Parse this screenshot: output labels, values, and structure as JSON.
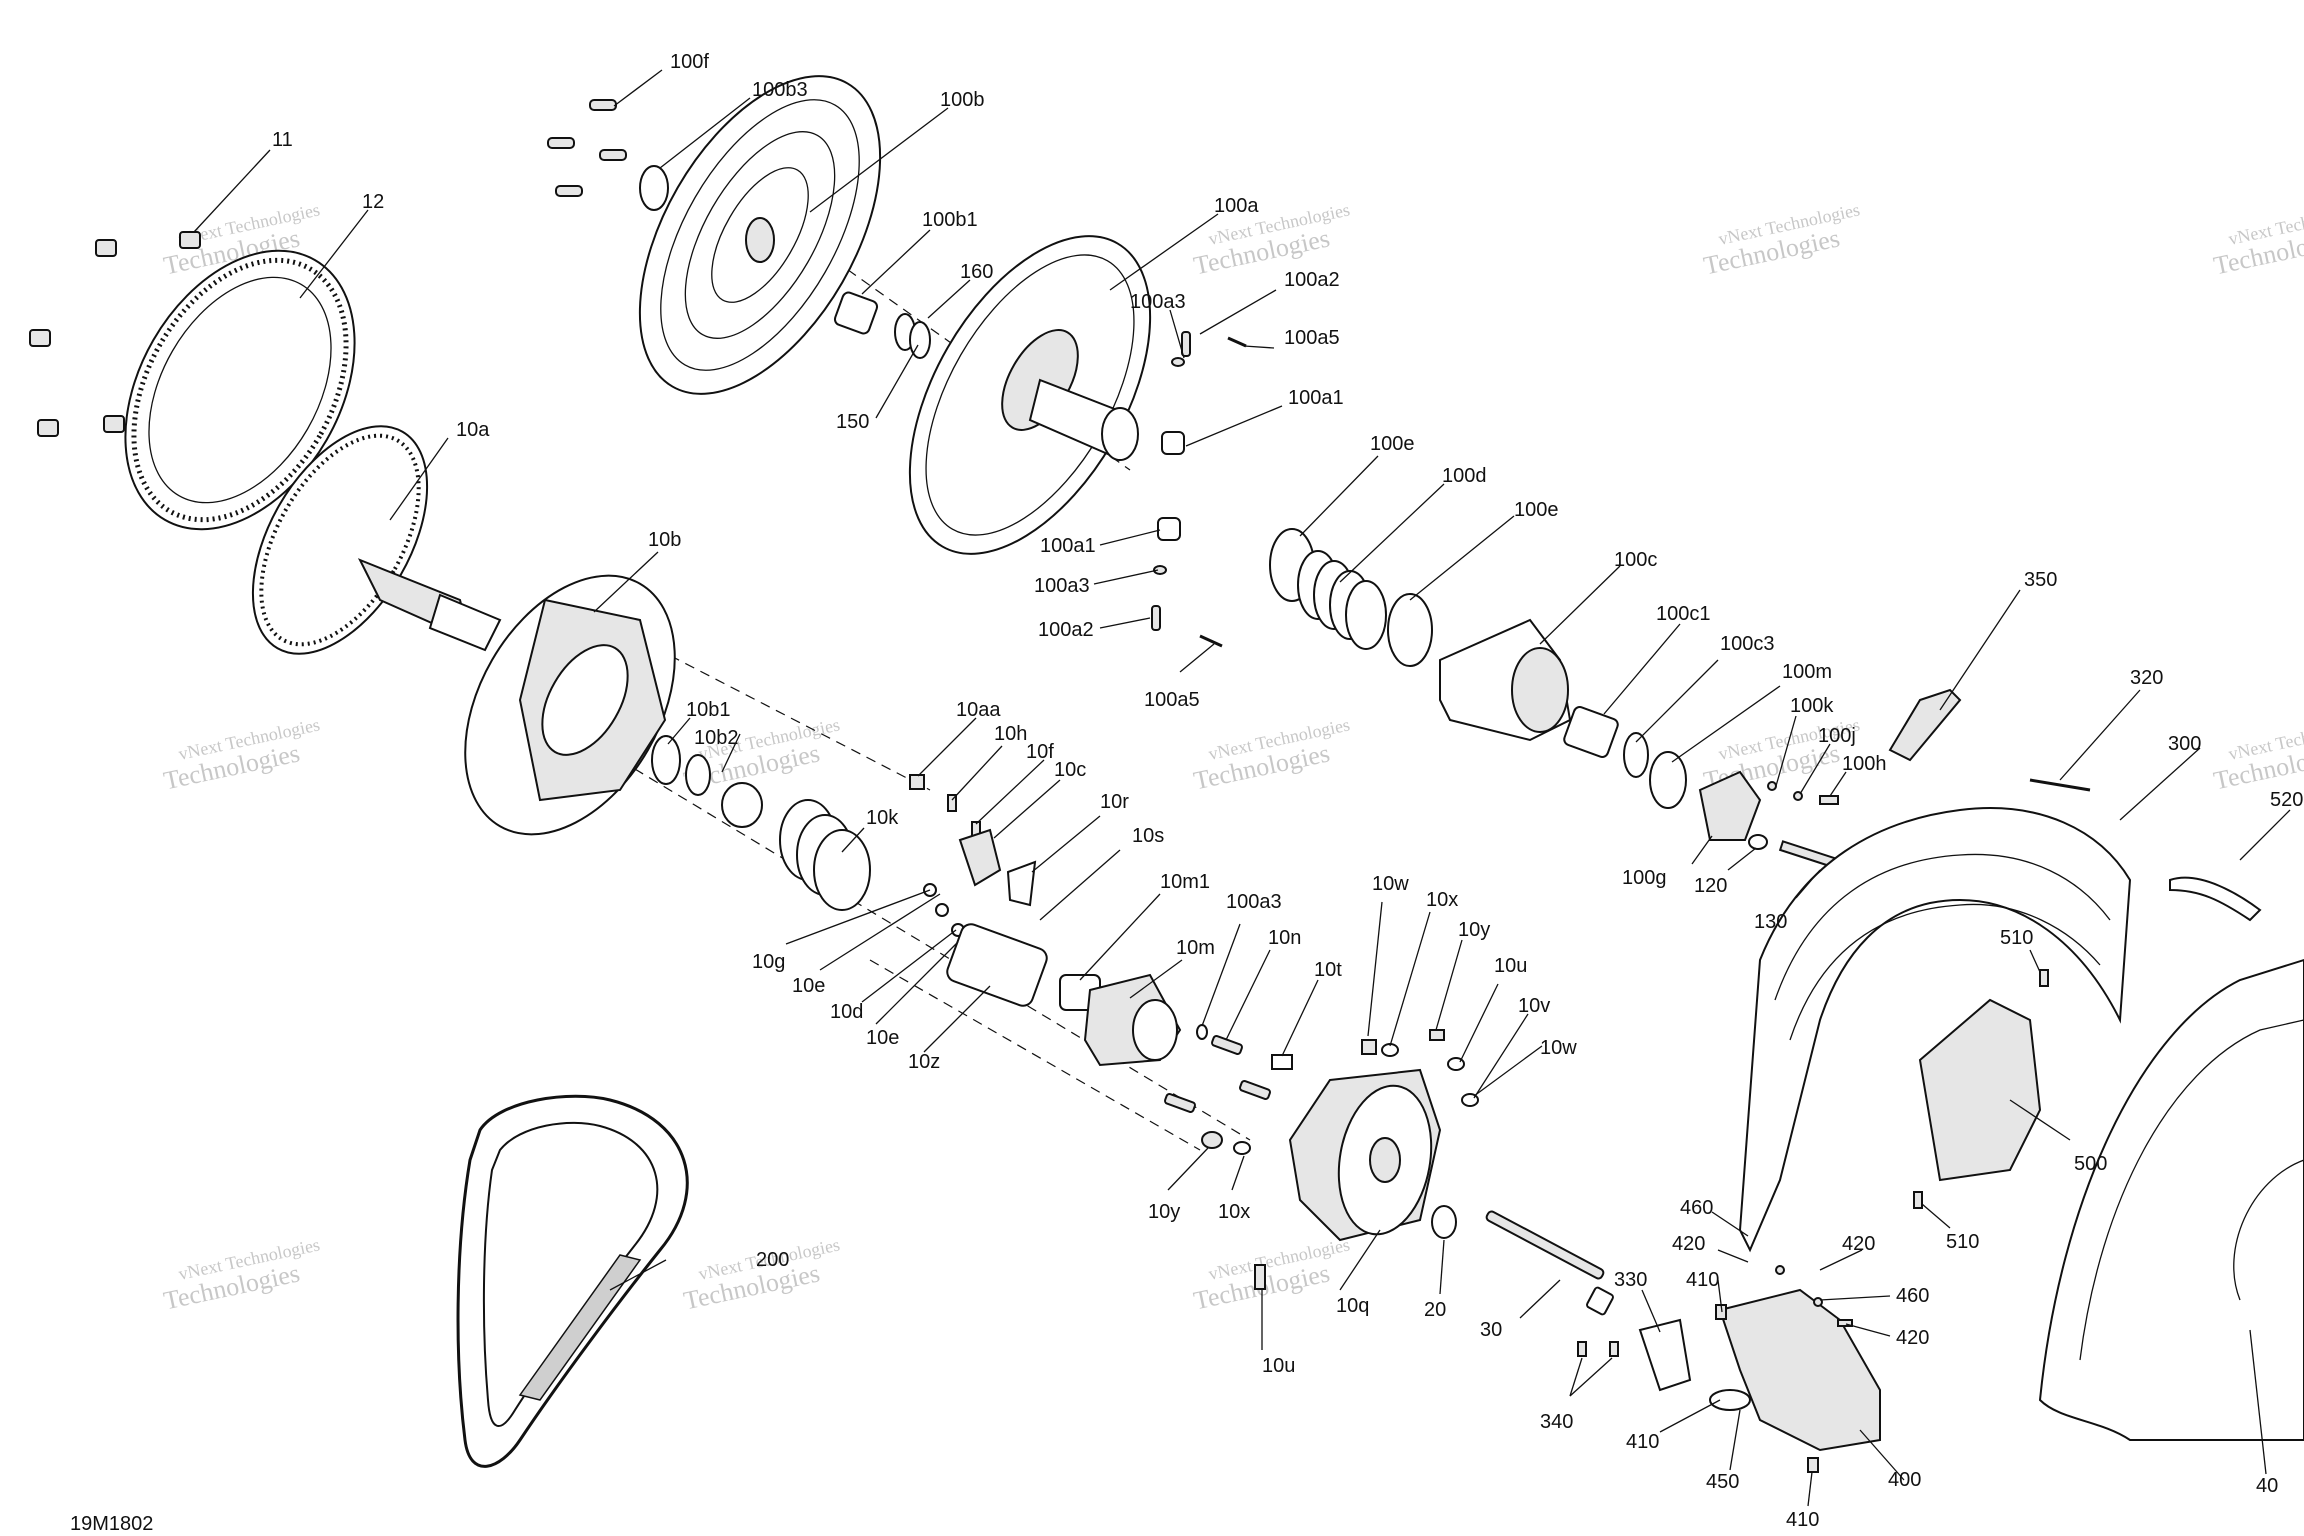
{
  "drawing": {
    "code": "19M1802",
    "watermark_line1": "vNext Technologies",
    "watermark_line2": "Technologies"
  },
  "callouts": [
    {
      "id": "c-100f",
      "text": "100f"
    },
    {
      "id": "c-100b3",
      "text": "100b3"
    },
    {
      "id": "c-100b",
      "text": "100b"
    },
    {
      "id": "c-11",
      "text": "11"
    },
    {
      "id": "c-12",
      "text": "12"
    },
    {
      "id": "c-100b1",
      "text": "100b1"
    },
    {
      "id": "c-160",
      "text": "160"
    },
    {
      "id": "c-100a",
      "text": "100a"
    },
    {
      "id": "c-100a2-top",
      "text": "100a2"
    },
    {
      "id": "c-100a3-top",
      "text": "100a3"
    },
    {
      "id": "c-100a5-top",
      "text": "100a5"
    },
    {
      "id": "c-150",
      "text": "150"
    },
    {
      "id": "c-100a1-top",
      "text": "100a1"
    },
    {
      "id": "c-10a",
      "text": "10a"
    },
    {
      "id": "c-100e-top",
      "text": "100e"
    },
    {
      "id": "c-100d",
      "text": "100d"
    },
    {
      "id": "c-100e-mid",
      "text": "100e"
    },
    {
      "id": "c-100a1-mid",
      "text": "100a1"
    },
    {
      "id": "c-10b",
      "text": "10b"
    },
    {
      "id": "c-100c",
      "text": "100c"
    },
    {
      "id": "c-350",
      "text": "350"
    },
    {
      "id": "c-100a3-mid",
      "text": "100a3"
    },
    {
      "id": "c-100c1",
      "text": "100c1"
    },
    {
      "id": "c-100a2-mid",
      "text": "100a2"
    },
    {
      "id": "c-100c3",
      "text": "100c3"
    },
    {
      "id": "c-320",
      "text": "320"
    },
    {
      "id": "c-100m",
      "text": "100m"
    },
    {
      "id": "c-100a5-mid",
      "text": "100a5"
    },
    {
      "id": "c-100k",
      "text": "100k"
    },
    {
      "id": "c-10aa",
      "text": "10aa"
    },
    {
      "id": "c-10b1",
      "text": "10b1"
    },
    {
      "id": "c-100j",
      "text": "100j"
    },
    {
      "id": "c-10h",
      "text": "10h"
    },
    {
      "id": "c-300",
      "text": "300"
    },
    {
      "id": "c-100h",
      "text": "100h"
    },
    {
      "id": "c-10b2",
      "text": "10b2"
    },
    {
      "id": "c-10f",
      "text": "10f"
    },
    {
      "id": "c-10c",
      "text": "10c"
    },
    {
      "id": "c-520",
      "text": "520"
    },
    {
      "id": "c-10k",
      "text": "10k"
    },
    {
      "id": "c-100g",
      "text": "100g"
    },
    {
      "id": "c-120",
      "text": "120"
    },
    {
      "id": "c-10r",
      "text": "10r"
    },
    {
      "id": "c-10s",
      "text": "10s"
    },
    {
      "id": "c-130",
      "text": "130"
    },
    {
      "id": "c-10m1",
      "text": "10m1"
    },
    {
      "id": "c-100a3-low",
      "text": "100a3"
    },
    {
      "id": "c-10w-top",
      "text": "10w"
    },
    {
      "id": "c-10x-top",
      "text": "10x"
    },
    {
      "id": "c-510-top",
      "text": "510"
    },
    {
      "id": "c-10g",
      "text": "10g"
    },
    {
      "id": "c-10n",
      "text": "10n"
    },
    {
      "id": "c-10m",
      "text": "10m"
    },
    {
      "id": "c-10y-top",
      "text": "10y"
    },
    {
      "id": "c-10e-a",
      "text": "10e"
    },
    {
      "id": "c-10t",
      "text": "10t"
    },
    {
      "id": "c-10u-top",
      "text": "10u"
    },
    {
      "id": "c-10d",
      "text": "10d"
    },
    {
      "id": "c-10v",
      "text": "10v"
    },
    {
      "id": "c-10e-b",
      "text": "10e"
    },
    {
      "id": "c-10w-right",
      "text": "10w"
    },
    {
      "id": "c-10z",
      "text": "10z"
    },
    {
      "id": "c-500",
      "text": "500"
    },
    {
      "id": "c-10y-low",
      "text": "10y"
    },
    {
      "id": "c-10x-low",
      "text": "10x"
    },
    {
      "id": "c-510-low",
      "text": "510"
    },
    {
      "id": "c-460-a",
      "text": "460"
    },
    {
      "id": "c-420-a",
      "text": "420"
    },
    {
      "id": "c-420-b",
      "text": "420"
    },
    {
      "id": "c-200",
      "text": "200"
    },
    {
      "id": "c-330",
      "text": "330"
    },
    {
      "id": "c-410-a",
      "text": "410"
    },
    {
      "id": "c-460-b",
      "text": "460"
    },
    {
      "id": "c-10q",
      "text": "10q"
    },
    {
      "id": "c-20",
      "text": "20"
    },
    {
      "id": "c-30",
      "text": "30"
    },
    {
      "id": "c-420-c",
      "text": "420"
    },
    {
      "id": "c-10u-low",
      "text": "10u"
    },
    {
      "id": "c-340",
      "text": "340"
    },
    {
      "id": "c-410-b",
      "text": "410"
    },
    {
      "id": "c-450",
      "text": "450"
    },
    {
      "id": "c-400",
      "text": "400"
    },
    {
      "id": "c-40",
      "text": "40"
    },
    {
      "id": "c-410-c",
      "text": "410"
    }
  ]
}
